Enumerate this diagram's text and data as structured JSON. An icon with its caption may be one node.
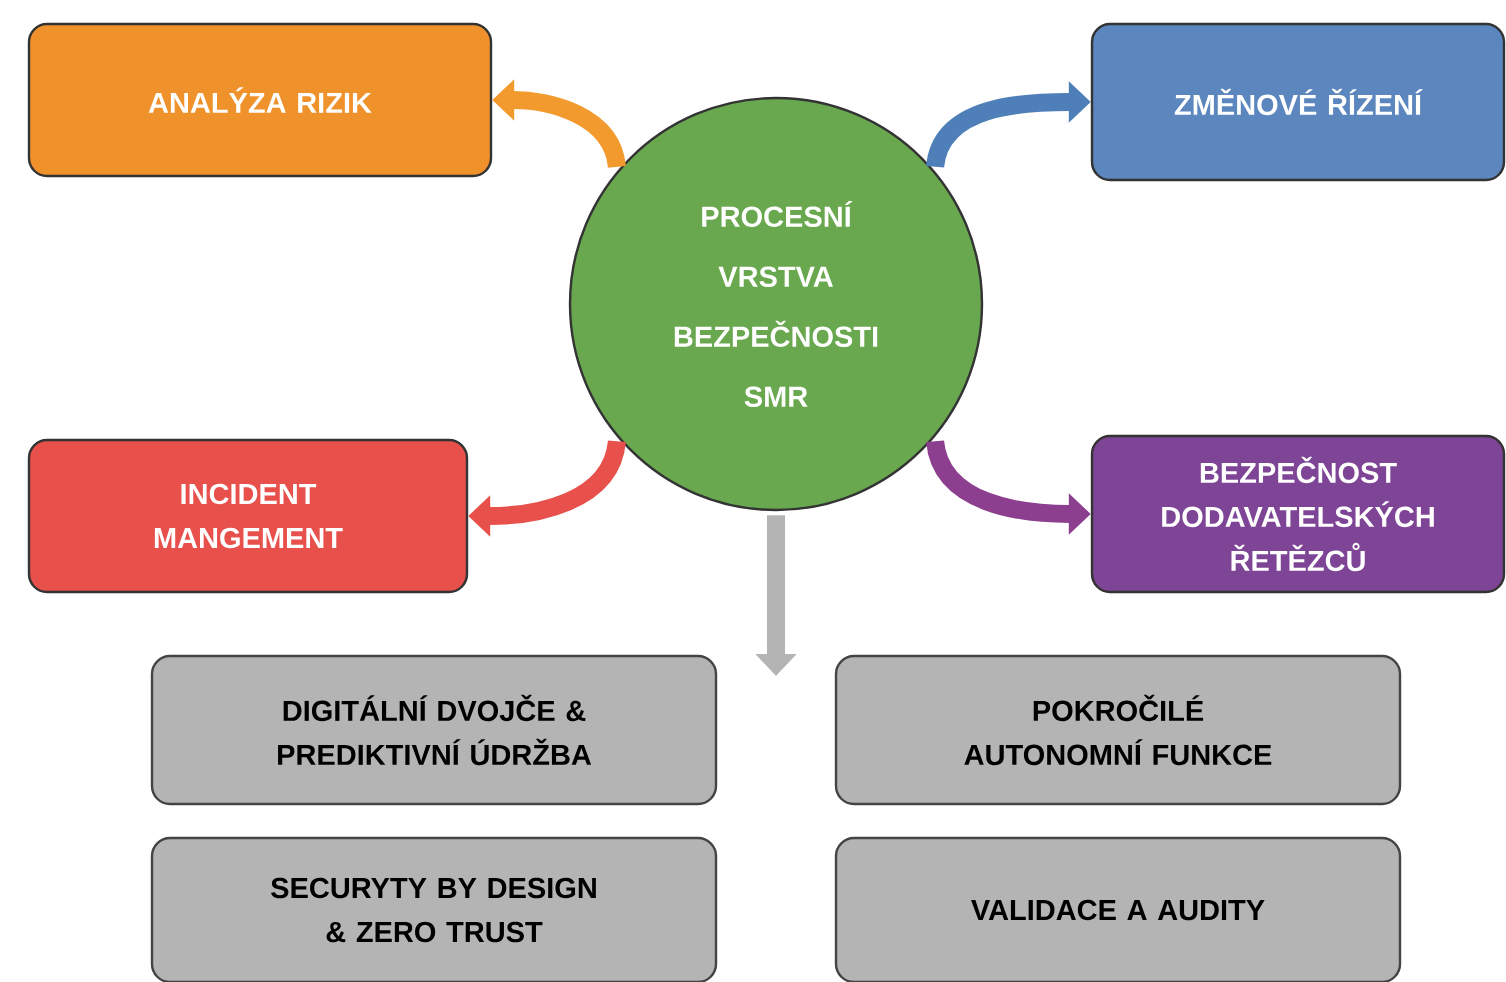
{
  "diagram": {
    "nodes": [
      {
        "text": [
          "PROCESNÍ VRSTVA BEZPEČNOSTI SMR"
        ]
      },
      {
        "text": [
          "ANALÝZA RIZIK"
        ]
      },
      {
        "text": [
          "ZMĚNOVÉ ŘÍZENÍ"
        ]
      },
      {
        "text": [
          "INCIDENT MANGEMENT"
        ]
      },
      {
        "text": [
          "BEZPEČNOST DODAVATELSKÝCH ŘETĚZCŮ"
        ]
      },
      {
        "text": [
          "DIGITÁLNÍ DVOJČE & PREDIKTIVNÍ ÚDRŽBA"
        ]
      },
      {
        "text": [
          "POKROČILÉ AUTONOMNÍ FUNKCE"
        ]
      },
      {
        "text": [
          "SECURYTY BY DESIGN & ZERO TRUST"
        ]
      },
      {
        "text": [
          "VALIDACE A AUDITY"
        ]
      }
    ],
    "edges": [
      {
        "from": 0,
        "to": 1,
        "arrow": "to",
        "color": "#f39a2e"
      },
      {
        "from": 0,
        "to": 2,
        "arrow": "to",
        "color": "#4f7fb8"
      },
      {
        "from": 0,
        "to": 3,
        "arrow": "to",
        "color": "#e8504c"
      },
      {
        "from": 0,
        "to": 4,
        "arrow": "to",
        "color": "#8c3f8e"
      },
      {
        "from": 0,
        "to": null,
        "arrow": "to",
        "color": "#b4b4b4"
      }
    ]
  }
}
